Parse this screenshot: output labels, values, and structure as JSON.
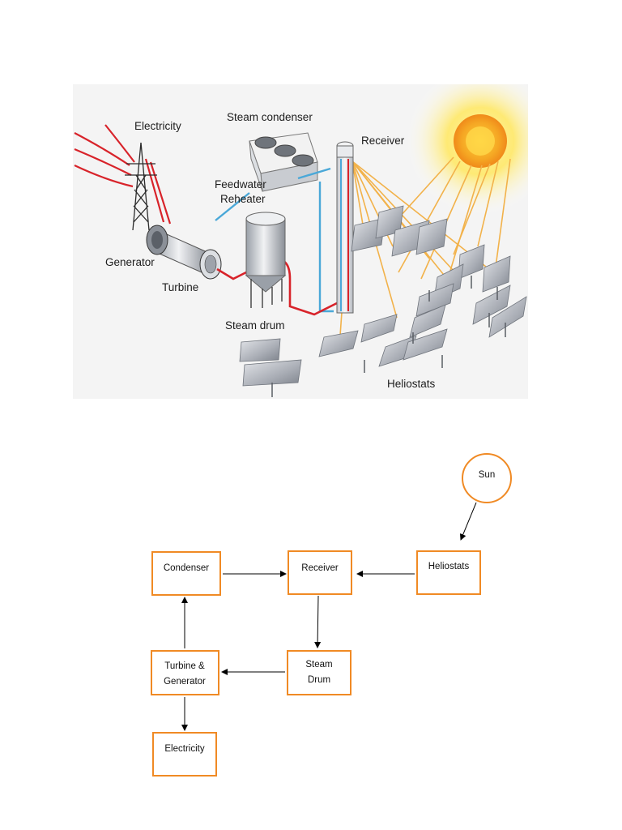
{
  "illustration": {
    "labels": {
      "electricity": "Electricity",
      "steam_condenser": "Steam condenser",
      "receiver": "Receiver",
      "feedwater_line1": "Feedwater",
      "feedwater_line2": "Reheater",
      "generator": "Generator",
      "turbine": "Turbine",
      "steam_drum": "Steam drum",
      "heliostats": "Heliostats"
    },
    "colors": {
      "hot_line": "#d8232a",
      "cold_line": "#4aa8d8",
      "sun_ray": "#f2b24a",
      "sun_core": "#f5a623"
    }
  },
  "flowchart": {
    "nodes": {
      "sun": "Sun",
      "condenser": "Condenser",
      "receiver": "Receiver",
      "heliostats": "Heliostats",
      "turbine_line1": "Turbine &",
      "turbine_line2": "Generator",
      "steam_line1": "Steam",
      "steam_line2": "Drum",
      "electricity": "Electricity"
    },
    "colors": {
      "border": "#f08a24",
      "arrow": "#000000"
    }
  }
}
